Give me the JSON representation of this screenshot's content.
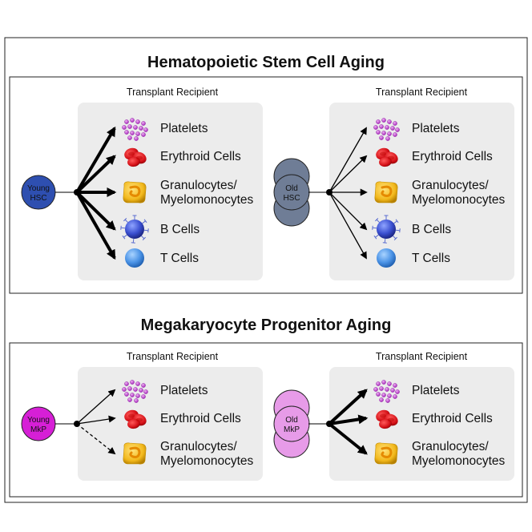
{
  "figure": {
    "sections": [
      {
        "title": "Hematopoietic Stem Cell Aging",
        "panels": [
          {
            "recipient_label": "Transplant Recipient",
            "source_line1": "Young",
            "source_line2": "HSC",
            "source_color": "#2e4fb0",
            "source_style": "single",
            "lineages": [
              {
                "line1": "Platelets",
                "line2": "",
                "icon": "platelets-icon",
                "arrow": "thick"
              },
              {
                "line1": "Erythroid Cells",
                "line2": "",
                "icon": "erythroid-cells-icon",
                "arrow": "thick"
              },
              {
                "line1": "Granulocytes/",
                "line2": "Myelomonocytes",
                "icon": "granulocyte-icon",
                "arrow": "thick"
              },
              {
                "line1": "B Cells",
                "line2": "",
                "icon": "b-cell-icon",
                "arrow": "thick"
              },
              {
                "line1": "T Cells",
                "line2": "",
                "icon": "t-cell-icon",
                "arrow": "thick"
              }
            ]
          },
          {
            "recipient_label": "Transplant Recipient",
            "source_line1": "Old",
            "source_line2": "HSC",
            "source_color": "#6f7d96",
            "source_style": "stack",
            "lineages": [
              {
                "line1": "Platelets",
                "line2": "",
                "icon": "platelets-icon",
                "arrow": "thin"
              },
              {
                "line1": "Erythroid Cells",
                "line2": "",
                "icon": "erythroid-cells-icon",
                "arrow": "thin"
              },
              {
                "line1": "Granulocytes/",
                "line2": "Myelomonocytes",
                "icon": "granulocyte-icon",
                "arrow": "thin"
              },
              {
                "line1": "B Cells",
                "line2": "",
                "icon": "b-cell-icon",
                "arrow": "thin"
              },
              {
                "line1": "T Cells",
                "line2": "",
                "icon": "t-cell-icon",
                "arrow": "thin"
              }
            ]
          }
        ]
      },
      {
        "title": "Megakaryocyte Progenitor Aging",
        "panels": [
          {
            "recipient_label": "Transplant Recipient",
            "source_line1": "Young",
            "source_line2": "MkP",
            "source_color": "#d61fd6",
            "source_style": "single",
            "lineages": [
              {
                "line1": "Platelets",
                "line2": "",
                "icon": "platelets-icon",
                "arrow": "thin"
              },
              {
                "line1": "Erythroid Cells",
                "line2": "",
                "icon": "erythroid-cells-icon",
                "arrow": "thin"
              },
              {
                "line1": "Granulocytes/",
                "line2": "Myelomonocytes",
                "icon": "granulocyte-icon",
                "arrow": "dashed"
              }
            ]
          },
          {
            "recipient_label": "Transplant Recipient",
            "source_line1": "Old",
            "source_line2": "MkP",
            "source_color": "#e79be8",
            "source_style": "stack",
            "lineages": [
              {
                "line1": "Platelets",
                "line2": "",
                "icon": "platelets-icon",
                "arrow": "thick"
              },
              {
                "line1": "Erythroid Cells",
                "line2": "",
                "icon": "erythroid-cells-icon",
                "arrow": "thick"
              },
              {
                "line1": "Granulocytes/",
                "line2": "Myelomonocytes",
                "icon": "granulocyte-icon",
                "arrow": "thick"
              }
            ]
          }
        ]
      }
    ]
  }
}
